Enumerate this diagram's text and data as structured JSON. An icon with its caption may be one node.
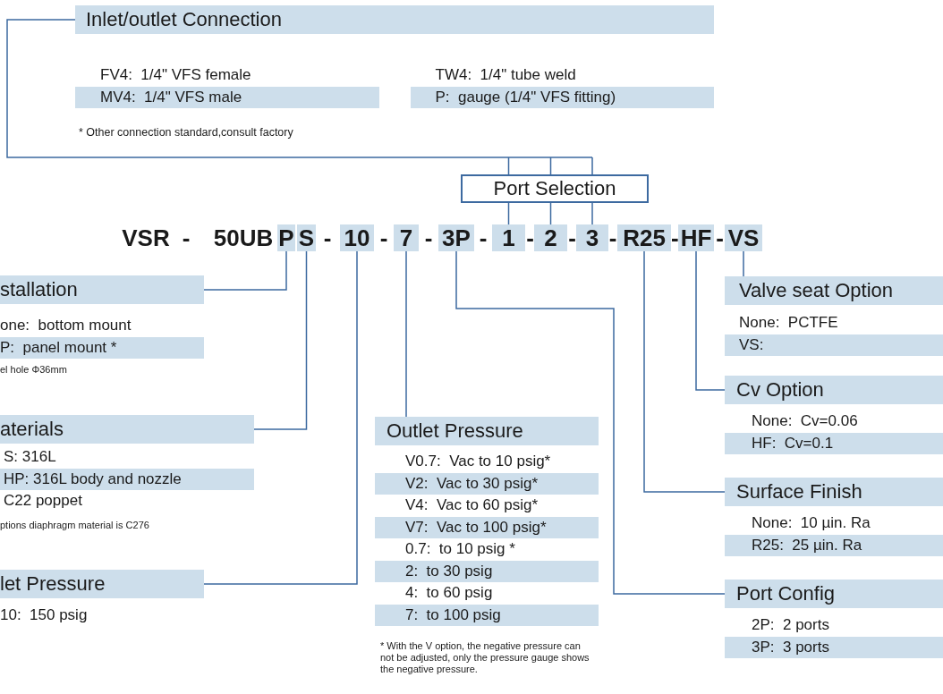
{
  "diagram": {
    "nodes": [
      {
        "text": [
          "Inlet/outlet Connection",
          "FV4:  1/4\" VFS female",
          "TW4:  1/4\" tube weld",
          "MV4:  1/4\" VFS male",
          "P:  gauge (1/4\" VFS fitting)"
        ],
        "beside": [
          "* Other connection standard,consult factory"
        ]
      },
      {
        "text": [
          "Port Selection"
        ]
      },
      {
        "text": [
          "P"
        ]
      },
      {
        "text": [
          "S"
        ]
      },
      {
        "text": [
          "10"
        ]
      },
      {
        "text": [
          "7"
        ]
      },
      {
        "text": [
          "3P"
        ]
      },
      {
        "text": [
          "1"
        ]
      },
      {
        "text": [
          "2"
        ]
      },
      {
        "text": [
          "3"
        ]
      },
      {
        "text": [
          "R25"
        ]
      },
      {
        "text": [
          "HF"
        ]
      },
      {
        "text": [
          "VS"
        ]
      },
      {
        "text": [
          "stallation",
          "one:  bottom mount",
          "P:  panel mount *"
        ],
        "beside": [
          "el hole Φ36mm"
        ]
      },
      {
        "text": [
          "Valve seat Option",
          "None:  PCTFE",
          "VS:"
        ]
      },
      {
        "text": [
          "aterials",
          "S: 316L",
          "HP: 316L body and nozzle",
          "C22 poppet"
        ],
        "beside": [
          "ptions diaphragm material is C276"
        ]
      },
      {
        "text": [
          "Outlet Pressure",
          "V0.7:  Vac to 10 psig*",
          "V2:  Vac to 30 psig*",
          "V4:  Vac to 60 psig*",
          "V7:  Vac to 100 psig*",
          "0.7:  to 10 psig *",
          "2:  to 30 psig",
          "4:  to 60 psig",
          "7:  to 100 psig"
        ],
        "beside": [
          "* With the V option, the negative pressure can not be adjusted, only the pressure gauge shows the negative pressure."
        ]
      },
      {
        "text": [
          "Cv Option",
          "None:  Cv=0.06",
          "HF:  Cv=0.1"
        ]
      },
      {
        "text": [
          "Surface Finish",
          "None:  10 µin. Ra",
          "R25:  25 µin. Ra"
        ]
      },
      {
        "text": [
          "let Pressure",
          "10:  150 psig"
        ]
      },
      {
        "text": [
          "Port Config",
          "2P:  2 ports",
          "3P:  3 ports"
        ]
      }
    ],
    "edges": [
      {
        "from": 0,
        "to": 1,
        "arrow": "none"
      },
      {
        "from": 1,
        "to": 7,
        "arrow": "none"
      },
      {
        "from": 1,
        "to": 8,
        "arrow": "none"
      },
      {
        "from": 1,
        "to": 9,
        "arrow": "none"
      },
      {
        "from": 2,
        "to": 13,
        "arrow": "none"
      },
      {
        "from": 3,
        "to": 15,
        "arrow": "none"
      },
      {
        "from": 4,
        "to": 19,
        "arrow": "none"
      },
      {
        "from": 5,
        "to": 16,
        "arrow": "none"
      },
      {
        "from": 6,
        "to": 20,
        "arrow": "none"
      },
      {
        "from": 10,
        "to": 18,
        "arrow": "none"
      },
      {
        "from": 11,
        "to": 17,
        "arrow": "none"
      },
      {
        "from": 12,
        "to": 14,
        "arrow": "none"
      }
    ],
    "labels": [
      "VSR",
      "-",
      "50UB",
      "-",
      "-",
      "-",
      "-",
      "-",
      "-",
      "-",
      "-",
      "-"
    ]
  }
}
